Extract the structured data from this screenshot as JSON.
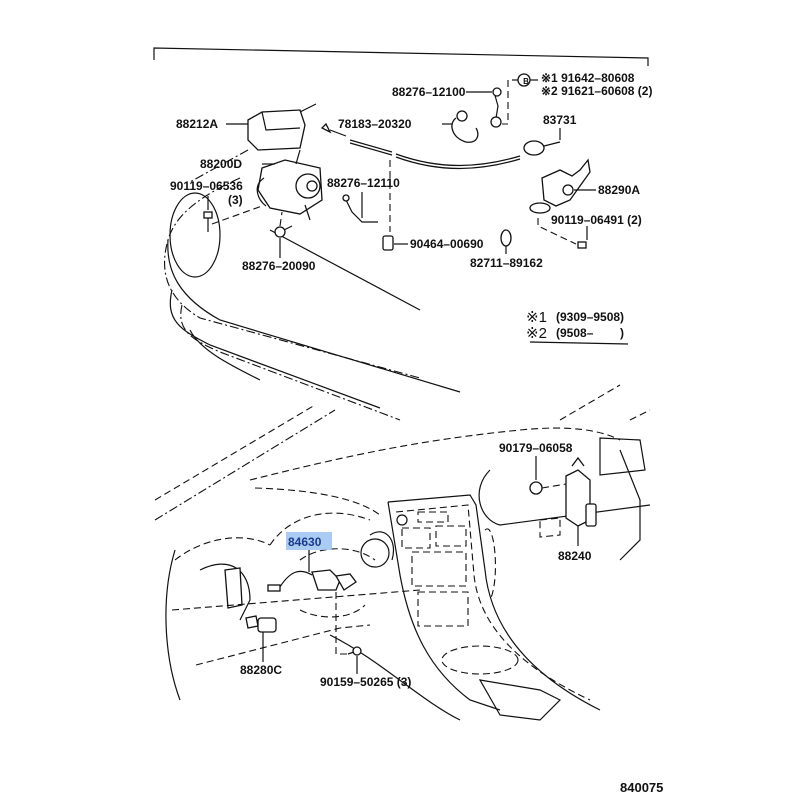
{
  "diagram": {
    "type": "exploded parts diagram",
    "figure_number": "840075",
    "parts": [
      {
        "id": "p-88212a",
        "label": "88212A"
      },
      {
        "id": "p-88200d",
        "label": "88200D"
      },
      {
        "id": "p-90119-06536",
        "label": "90119–06536",
        "qty": "(3)"
      },
      {
        "id": "p-88276-20090",
        "label": "88276–20090"
      },
      {
        "id": "p-88276-12110",
        "label": "88276–12110"
      },
      {
        "id": "p-90464-00690",
        "label": "90464–00690"
      },
      {
        "id": "p-78183-20320",
        "label": "78183–20320"
      },
      {
        "id": "p-88276-12100",
        "label": "88276–12100"
      },
      {
        "id": "p-83731",
        "label": "83731"
      },
      {
        "id": "p-88290a",
        "label": "88290A"
      },
      {
        "id": "p-90119-06491",
        "label": "90119–06491 (2)"
      },
      {
        "id": "p-82711-89162",
        "label": "82711–89162"
      },
      {
        "id": "p-90179-06058",
        "label": "90179–06058"
      },
      {
        "id": "p-88240",
        "label": "88240"
      },
      {
        "id": "p-84630",
        "label": "84630",
        "highlighted": true
      },
      {
        "id": "p-88280c",
        "label": "88280C"
      },
      {
        "id": "p-90159-50265",
        "label": "90159–50265 (3)"
      }
    ],
    "callout_b": {
      "symbol": "B",
      "lines": [
        "※1  91642–80608",
        "※2  91621–60608 (2)"
      ]
    },
    "legend": [
      {
        "mark": "※1",
        "range": "(9309–9508)"
      },
      {
        "mark": "※2",
        "range": "(9508–        )"
      }
    ],
    "highlight_color": "#9cc3f0"
  }
}
